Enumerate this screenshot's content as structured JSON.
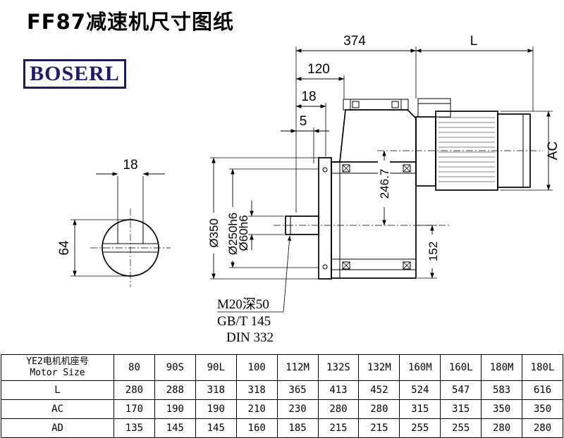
{
  "page": {
    "title": "FF87减速机尺寸图纸",
    "brand": "BOSERL",
    "brand_color": "#1a1a6e"
  },
  "drawing": {
    "dims": {
      "overall_length": "374",
      "motor_length": "L",
      "d120": "120",
      "d18": "18",
      "d5": "5",
      "motor_height": "AC",
      "center_height": "246.7",
      "d152": "152",
      "flange_dia": "Ø350",
      "spigot_dia": "Ø250h6",
      "shaft_dia": "Ø60h6",
      "key_width": "18",
      "shaft_height": "64",
      "thread": "M20深50",
      "standard1": "GB/T 145",
      "standard2": "DIN 332"
    }
  },
  "table": {
    "header": {
      "line1": "YE2电机机座号",
      "line2": "Motor Size"
    },
    "columns": [
      "80",
      "90S",
      "90L",
      "100",
      "112M",
      "132S",
      "132M",
      "160M",
      "160L",
      "180M",
      "180L"
    ],
    "rows": [
      {
        "label": "L",
        "values": [
          "280",
          "288",
          "318",
          "318",
          "365",
          "413",
          "452",
          "524",
          "547",
          "583",
          "616"
        ]
      },
      {
        "label": "AC",
        "values": [
          "170",
          "190",
          "190",
          "210",
          "230",
          "280",
          "280",
          "315",
          "315",
          "350",
          "350"
        ]
      },
      {
        "label": "AD",
        "values": [
          "135",
          "145",
          "145",
          "160",
          "185",
          "215",
          "215",
          "255",
          "255",
          "280",
          "280"
        ]
      }
    ]
  }
}
